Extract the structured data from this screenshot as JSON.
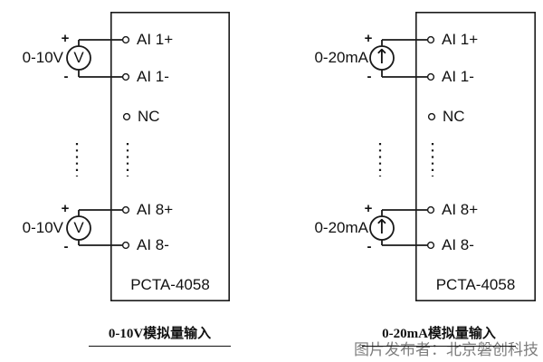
{
  "diagrams": [
    {
      "source_label": "0-10V",
      "source_symbol": "V",
      "polarity_plus": "+",
      "polarity_minus": "-",
      "module_label": "PCTA-4058",
      "caption": "0-10V模拟量输入",
      "terminals": [
        "AI 1+",
        "AI 1-",
        "NC",
        "AI 8+",
        "AI 8-"
      ]
    },
    {
      "source_label": "0-20mA",
      "source_symbol": "↑",
      "polarity_plus": "+",
      "polarity_minus": "-",
      "module_label": "PCTA-4058",
      "caption": "0-20mA模拟量输入",
      "terminals": [
        "AI 1+",
        "AI 1-",
        "NC",
        "AI 8+",
        "AI 8-"
      ]
    }
  ],
  "watermark": "图片发布者：北京磐创科技",
  "colors": {
    "line": "#1a1a1a",
    "watermark_text": "#7d7d7d",
    "background": "#ffffff"
  }
}
